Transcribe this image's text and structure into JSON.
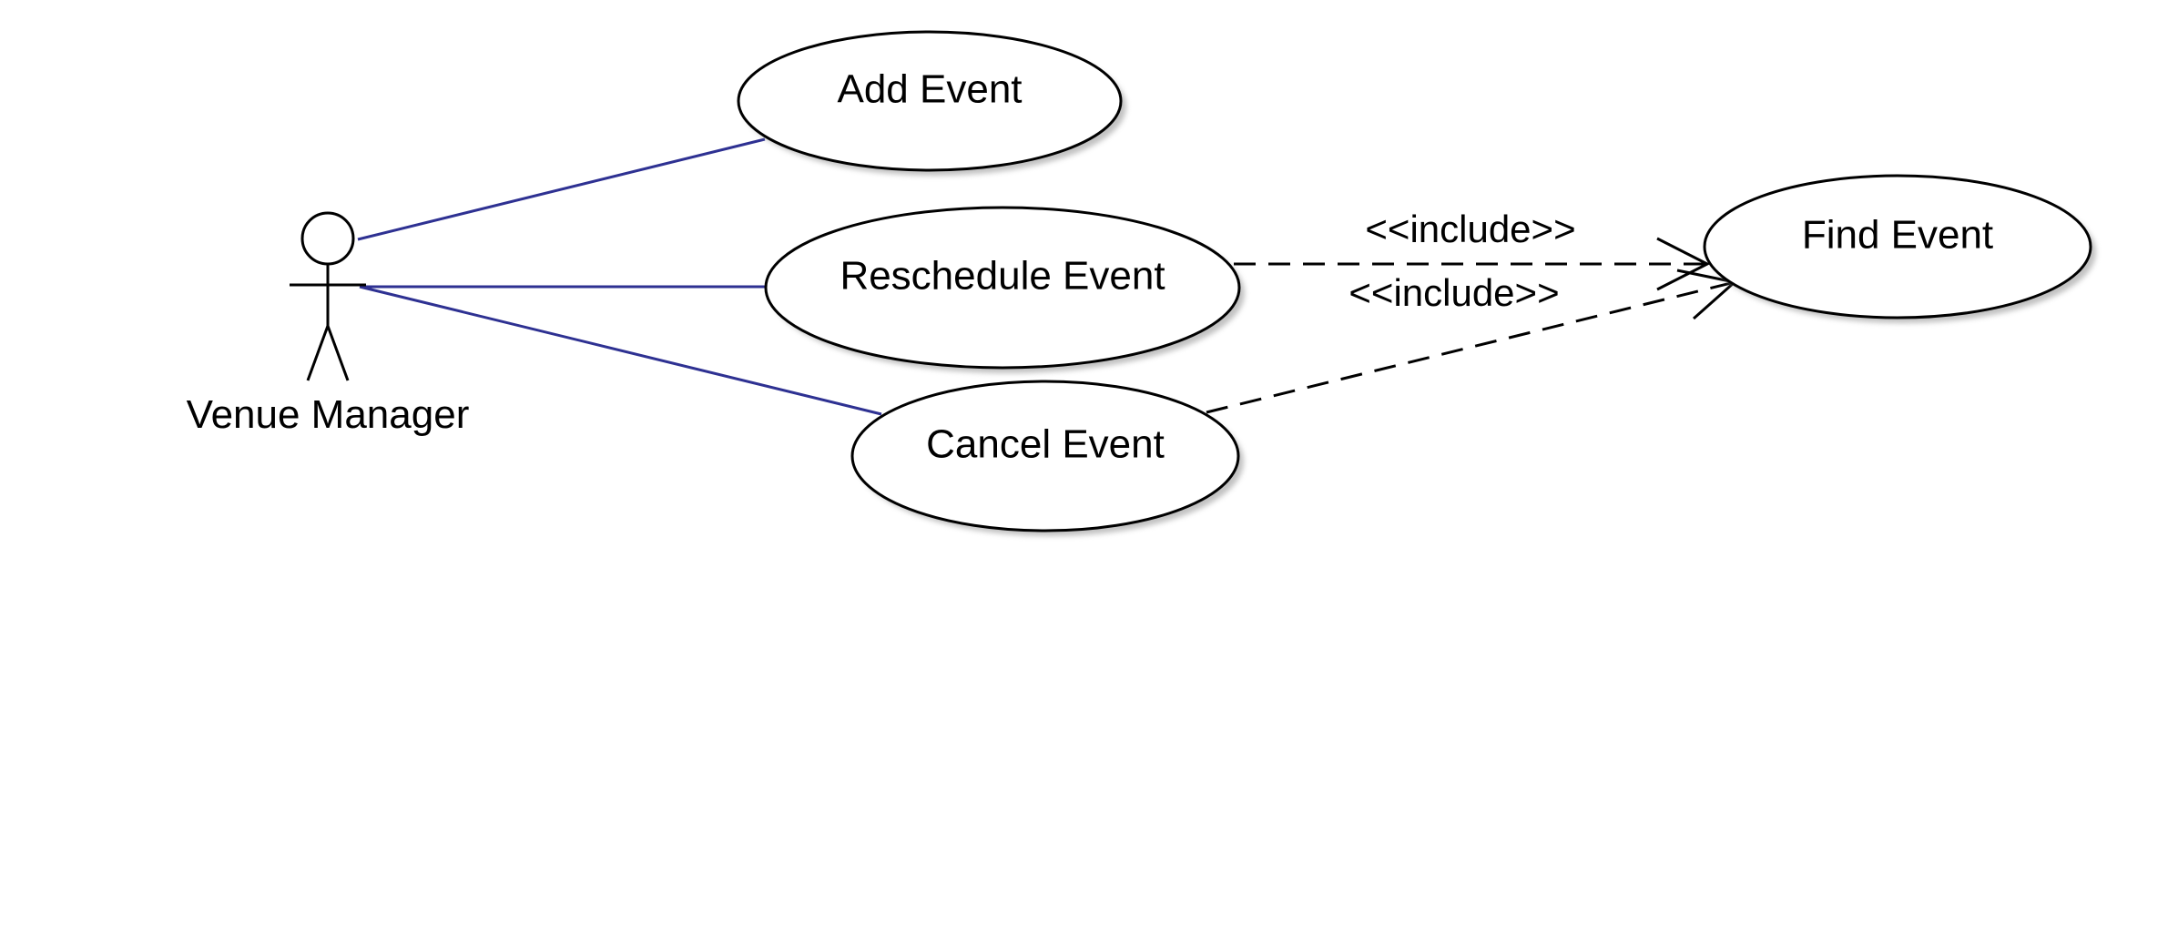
{
  "actor": {
    "name": "Venue Manager"
  },
  "use_cases": {
    "add_event": "Add Event",
    "reschedule_event": "Reschedule Event",
    "cancel_event": "Cancel Event",
    "find_event": "Find Event"
  },
  "relationships": {
    "include_1": "<<include>>",
    "include_2": "<<include>>"
  },
  "colors": {
    "association": "#2e3192",
    "outline": "#000000",
    "shadow": "#9a9a9a",
    "background": "#ffffff"
  }
}
